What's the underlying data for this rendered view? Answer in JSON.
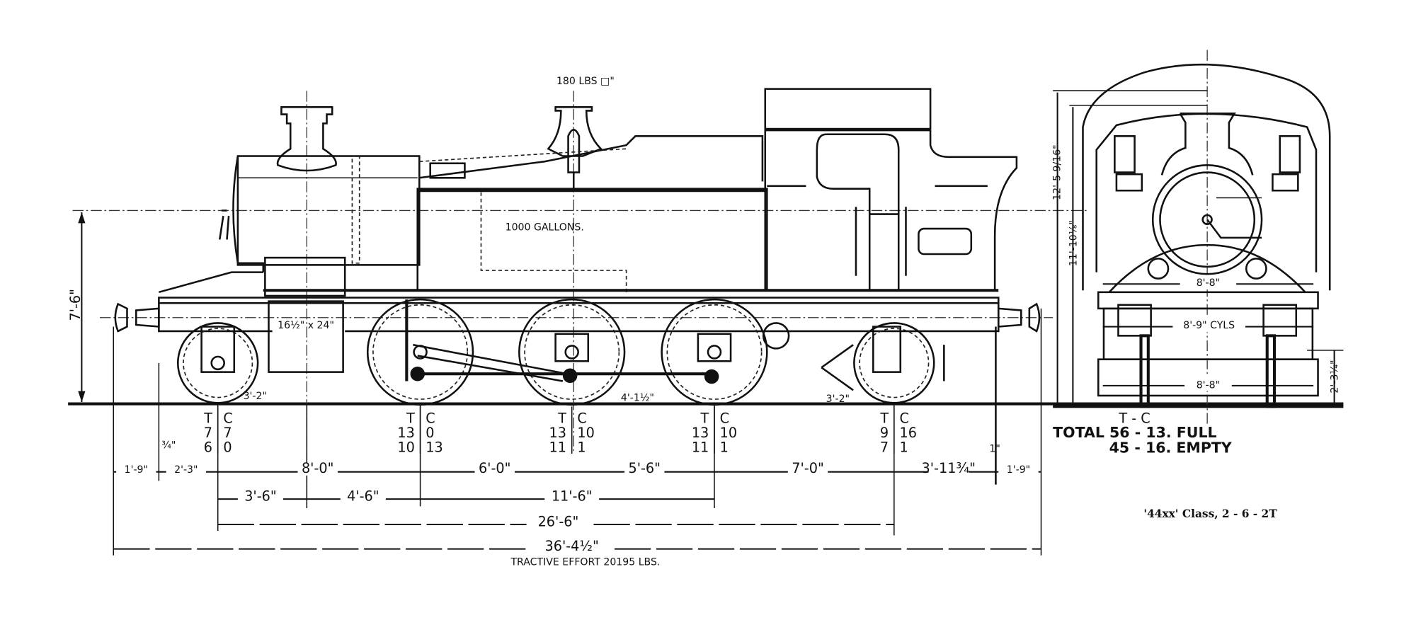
{
  "drawing": {
    "caption": "'44xx' Class, 2 - 6 - 2T",
    "tank_label": "1000 GALLONS.",
    "boiler_pressure": "180 LBS □\"",
    "cylinders": "16½\" x 24\"",
    "tractive_effort": "TRACTIVE EFFORT 20195 LBS."
  },
  "side_view": {
    "height_7_6": "7'-6\"",
    "leading_wheel_dia": "3'-2\"",
    "trailing_wheel_dia": "3'-2\"",
    "driving_wheel_dia": "4'-1½\"",
    "axle_weights": [
      {
        "head": [
          "T",
          "C"
        ],
        "full": [
          "7",
          "7"
        ],
        "empty": [
          "6",
          "0"
        ]
      },
      {
        "head": [
          "T",
          "C"
        ],
        "full": [
          "13",
          "0"
        ],
        "empty": [
          "10",
          "13"
        ]
      },
      {
        "head": [
          "T",
          "C"
        ],
        "full": [
          "13",
          "10"
        ],
        "empty": [
          "11",
          "1"
        ]
      },
      {
        "head": [
          "T",
          "C"
        ],
        "full": [
          "13",
          "10"
        ],
        "empty": [
          "11",
          "1"
        ]
      },
      {
        "head": [
          "T",
          "C"
        ],
        "full": [
          "9",
          "16"
        ],
        "empty": [
          "7",
          "1"
        ]
      }
    ],
    "dimensions_row1": [
      "1'-9\"",
      "2'-3\"",
      "8'-0\"",
      "6'-0\"",
      "5'-6\"",
      "7'-0\"",
      "3'-11¾\"",
      "1'-9\""
    ],
    "note_three_quarter": "¾\"",
    "note_one_inch": "1\"",
    "dimensions_row2": [
      "3'-6\"",
      "4'-6\"",
      "11'-6\""
    ],
    "dimension_row3": "26'-6\"",
    "overall_length": "36'-4½\""
  },
  "front_view": {
    "height_total": "12'-5 9/16\"",
    "height_cab": "11'-10⅛\"",
    "height_buffer": "2'-3¼\"",
    "width_upper": "8'-8\"",
    "cylinder_centres": "8'-9\" CYLS",
    "width_lower": "8'-8\"",
    "weight_head": "T - C",
    "total_full": "TOTAL 56 - 13. FULL",
    "total_empty": "45 - 16. EMPTY"
  }
}
